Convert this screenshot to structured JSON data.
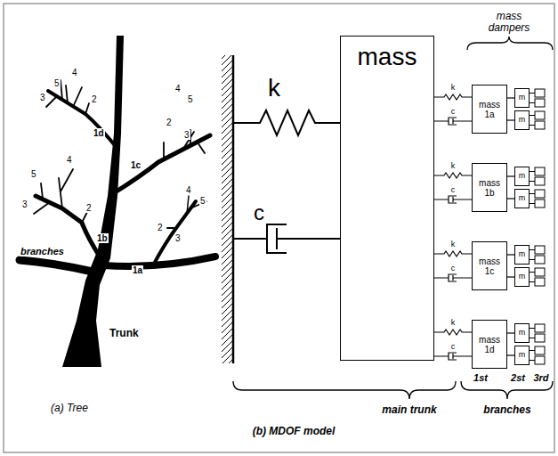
{
  "diagram": {
    "nodes": [
      {
        "text": [
          "mass"
        ]
      },
      {
        "text": [
          "mass 1a"
        ]
      },
      {
        "text": [
          "m"
        ]
      },
      {
        "text": [
          "m"
        ]
      },
      {
        "text": [
          "mass 1b"
        ]
      },
      {
        "text": [
          "m"
        ]
      },
      {
        "text": [
          "m"
        ]
      },
      {
        "text": [
          "mass 1c"
        ]
      },
      {
        "text": [
          "m"
        ]
      },
      {
        "text": [
          "m"
        ]
      },
      {
        "text": [
          "mass 1d"
        ]
      },
      {
        "text": [
          "m"
        ]
      },
      {
        "text": [
          "m"
        ]
      }
    ],
    "edges": [
      {
        "from": 0,
        "to": 1,
        "arrow": "none",
        "label": "k"
      },
      {
        "from": 0,
        "to": 1,
        "arrow": "none",
        "label": "c"
      },
      {
        "from": 1,
        "to": 2,
        "arrow": "none"
      },
      {
        "from": 1,
        "to": 3,
        "arrow": "none"
      },
      {
        "from": 0,
        "to": 4,
        "arrow": "none",
        "label": "k"
      },
      {
        "from": 0,
        "to": 4,
        "arrow": "none",
        "label": "c"
      },
      {
        "from": 4,
        "to": 5,
        "arrow": "none"
      },
      {
        "from": 4,
        "to": 6,
        "arrow": "none"
      },
      {
        "from": 0,
        "to": 7,
        "arrow": "none",
        "label": "k"
      },
      {
        "from": 0,
        "to": 7,
        "arrow": "none",
        "label": "c"
      },
      {
        "from": 7,
        "to": 8,
        "arrow": "none"
      },
      {
        "from": 7,
        "to": 9,
        "arrow": "none"
      },
      {
        "from": 0,
        "to": 10,
        "arrow": "none",
        "label": "k"
      },
      {
        "from": 0,
        "to": 10,
        "arrow": "none",
        "label": "c"
      },
      {
        "from": 10,
        "to": 11,
        "arrow": "none"
      },
      {
        "from": 10,
        "to": 12,
        "arrow": "none"
      }
    ],
    "labels": [
      "3",
      "5",
      "4",
      "2",
      "1d",
      "4",
      "5",
      "2",
      "3",
      "1c",
      "5",
      "4",
      "3",
      "2",
      "1b",
      "4",
      "5",
      "2",
      "3",
      "1a",
      "branches",
      "Trunk",
      "(a) Tree",
      "k",
      "c",
      "mass dampers",
      "1st",
      "2st",
      "3rd",
      "main trunk",
      "branches",
      "(b) MDOF model"
    ]
  }
}
